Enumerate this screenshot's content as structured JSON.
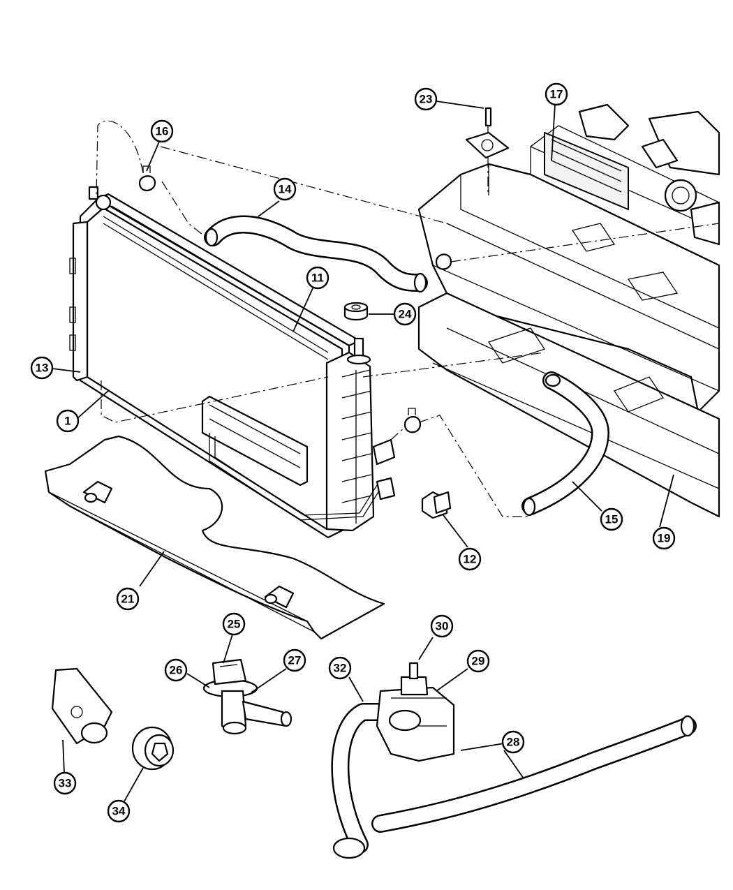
{
  "callouts": [
    {
      "id": "1",
      "label": "1"
    },
    {
      "id": "11",
      "label": "11"
    },
    {
      "id": "12",
      "label": "12"
    },
    {
      "id": "13",
      "label": "13"
    },
    {
      "id": "14",
      "label": "14"
    },
    {
      "id": "15",
      "label": "15"
    },
    {
      "id": "16",
      "label": "16"
    },
    {
      "id": "17",
      "label": "17"
    },
    {
      "id": "19",
      "label": "19"
    },
    {
      "id": "21",
      "label": "21"
    },
    {
      "id": "23",
      "label": "23"
    },
    {
      "id": "24",
      "label": "24"
    },
    {
      "id": "25",
      "label": "25"
    },
    {
      "id": "26",
      "label": "26"
    },
    {
      "id": "27",
      "label": "27"
    },
    {
      "id": "28",
      "label": "28"
    },
    {
      "id": "29",
      "label": "29"
    },
    {
      "id": "30",
      "label": "30"
    },
    {
      "id": "32",
      "label": "32"
    },
    {
      "id": "33",
      "label": "33"
    },
    {
      "id": "34",
      "label": "34"
    }
  ]
}
